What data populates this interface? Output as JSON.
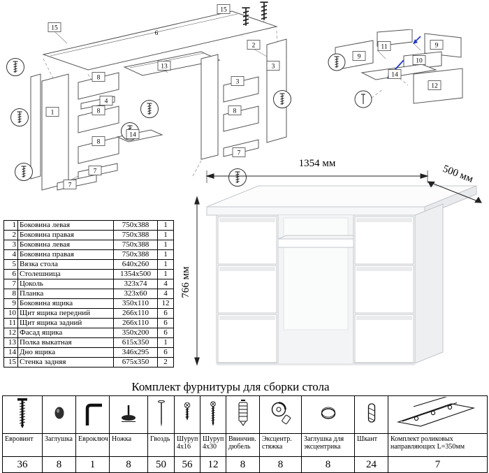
{
  "page": {
    "hardware_title": "Комплект фурнитуры для сборки стола"
  },
  "dimensions": {
    "width": "1354 мм",
    "depth": "500 мм",
    "height": "766 мм"
  },
  "parts_table": {
    "rows": [
      {
        "num": "1",
        "name": "Боковина левая",
        "size": "750x388",
        "qty": "1"
      },
      {
        "num": "2",
        "name": "Боковина правая",
        "size": "750x388",
        "qty": "1"
      },
      {
        "num": "3",
        "name": "Боковина левая",
        "size": "750x388",
        "qty": "1"
      },
      {
        "num": "4",
        "name": "Боковина правая",
        "size": "750x388",
        "qty": "1"
      },
      {
        "num": "5",
        "name": "Вязка стола",
        "size": "640x260",
        "qty": "1"
      },
      {
        "num": "6",
        "name": "Столешница",
        "size": "1354x500",
        "qty": "1"
      },
      {
        "num": "7",
        "name": "Цоколь",
        "size": "323x74",
        "qty": "4"
      },
      {
        "num": "8",
        "name": "Планка",
        "size": "323x60",
        "qty": "4"
      },
      {
        "num": "9",
        "name": "Боковина ящика",
        "size": "350x110",
        "qty": "12"
      },
      {
        "num": "10",
        "name": "Щит ящика передний",
        "size": "266x110",
        "qty": "6"
      },
      {
        "num": "11",
        "name": "Щит ящика задний",
        "size": "266x110",
        "qty": "6"
      },
      {
        "num": "12",
        "name": "Фасад ящика",
        "size": "350x200",
        "qty": "6"
      },
      {
        "num": "13",
        "name": "Полка выкатная",
        "size": "615x350",
        "qty": "1"
      },
      {
        "num": "14",
        "name": "Дно ящика",
        "size": "346x295",
        "qty": "6"
      },
      {
        "num": "15",
        "name": "Стенка задняя",
        "size": "675x350",
        "qty": "2"
      }
    ]
  },
  "hardware": {
    "items": [
      {
        "label": "Евровинт",
        "qty": "36",
        "icon": "euro-screw"
      },
      {
        "label": "Заглушка",
        "qty": "8",
        "icon": "cap"
      },
      {
        "label": "Евроключ",
        "qty": "1",
        "icon": "hex-key"
      },
      {
        "label": "Ножка",
        "qty": "8",
        "icon": "foot"
      },
      {
        "label": "Гвоздь",
        "qty": "50",
        "icon": "nail"
      },
      {
        "label": "Шуруп 4x16",
        "qty": "56",
        "icon": "screw-4x16"
      },
      {
        "label": "Шуруп 4x30",
        "qty": "12",
        "icon": "screw-4x30"
      },
      {
        "label": "Ввинчив. дюбель",
        "qty": "8",
        "icon": "screw-in-dowel"
      },
      {
        "label": "Эксцентр. стяжка",
        "qty": "8",
        "icon": "cam-lock"
      },
      {
        "label": "Заглушка для эксцентрика",
        "qty": "8",
        "icon": "cam-cap"
      },
      {
        "label": "Шкант",
        "qty": "24",
        "icon": "wood-dowel"
      },
      {
        "label": "Комплект роликовых направляющих L=350мм",
        "qty": "7",
        "icon": "drawer-slides"
      }
    ]
  },
  "assembly_diagram": {
    "labels": [
      "15",
      "6",
      "15",
      "2",
      "3",
      "13",
      "1",
      "8",
      "4",
      "8",
      "14",
      "8",
      "7",
      "7",
      "3",
      "8",
      "7"
    ]
  },
  "drawer_diagram": {
    "labels": [
      "11",
      "9",
      "9",
      "10",
      "14",
      "12"
    ]
  }
}
